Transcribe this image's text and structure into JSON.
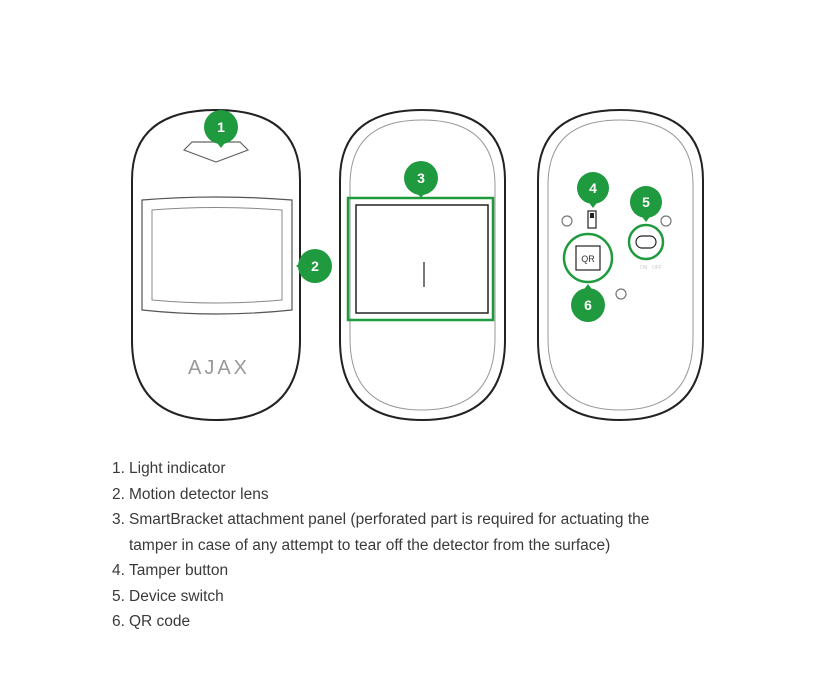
{
  "diagram": {
    "brand_logo": "AJAX",
    "qr_label": "QR",
    "switch_label_on": "ON",
    "switch_label_off": "OFF",
    "markers": [
      "1",
      "2",
      "3",
      "4",
      "5",
      "6"
    ],
    "accent_color": "#1f9a3f"
  },
  "legend": {
    "items": [
      {
        "num": "1.",
        "text": "Light indicator"
      },
      {
        "num": "2.",
        "text": "Motion detector lens"
      },
      {
        "num": "3.",
        "text": "SmartBracket attachment panel (perforated part is required for actuating the tamper in case of any attempt to tear off the detector from the surface)"
      },
      {
        "num": "4.",
        "text": "Tamper button"
      },
      {
        "num": "5.",
        "text": "Device switch"
      },
      {
        "num": "6.",
        "text": "QR code"
      }
    ]
  }
}
